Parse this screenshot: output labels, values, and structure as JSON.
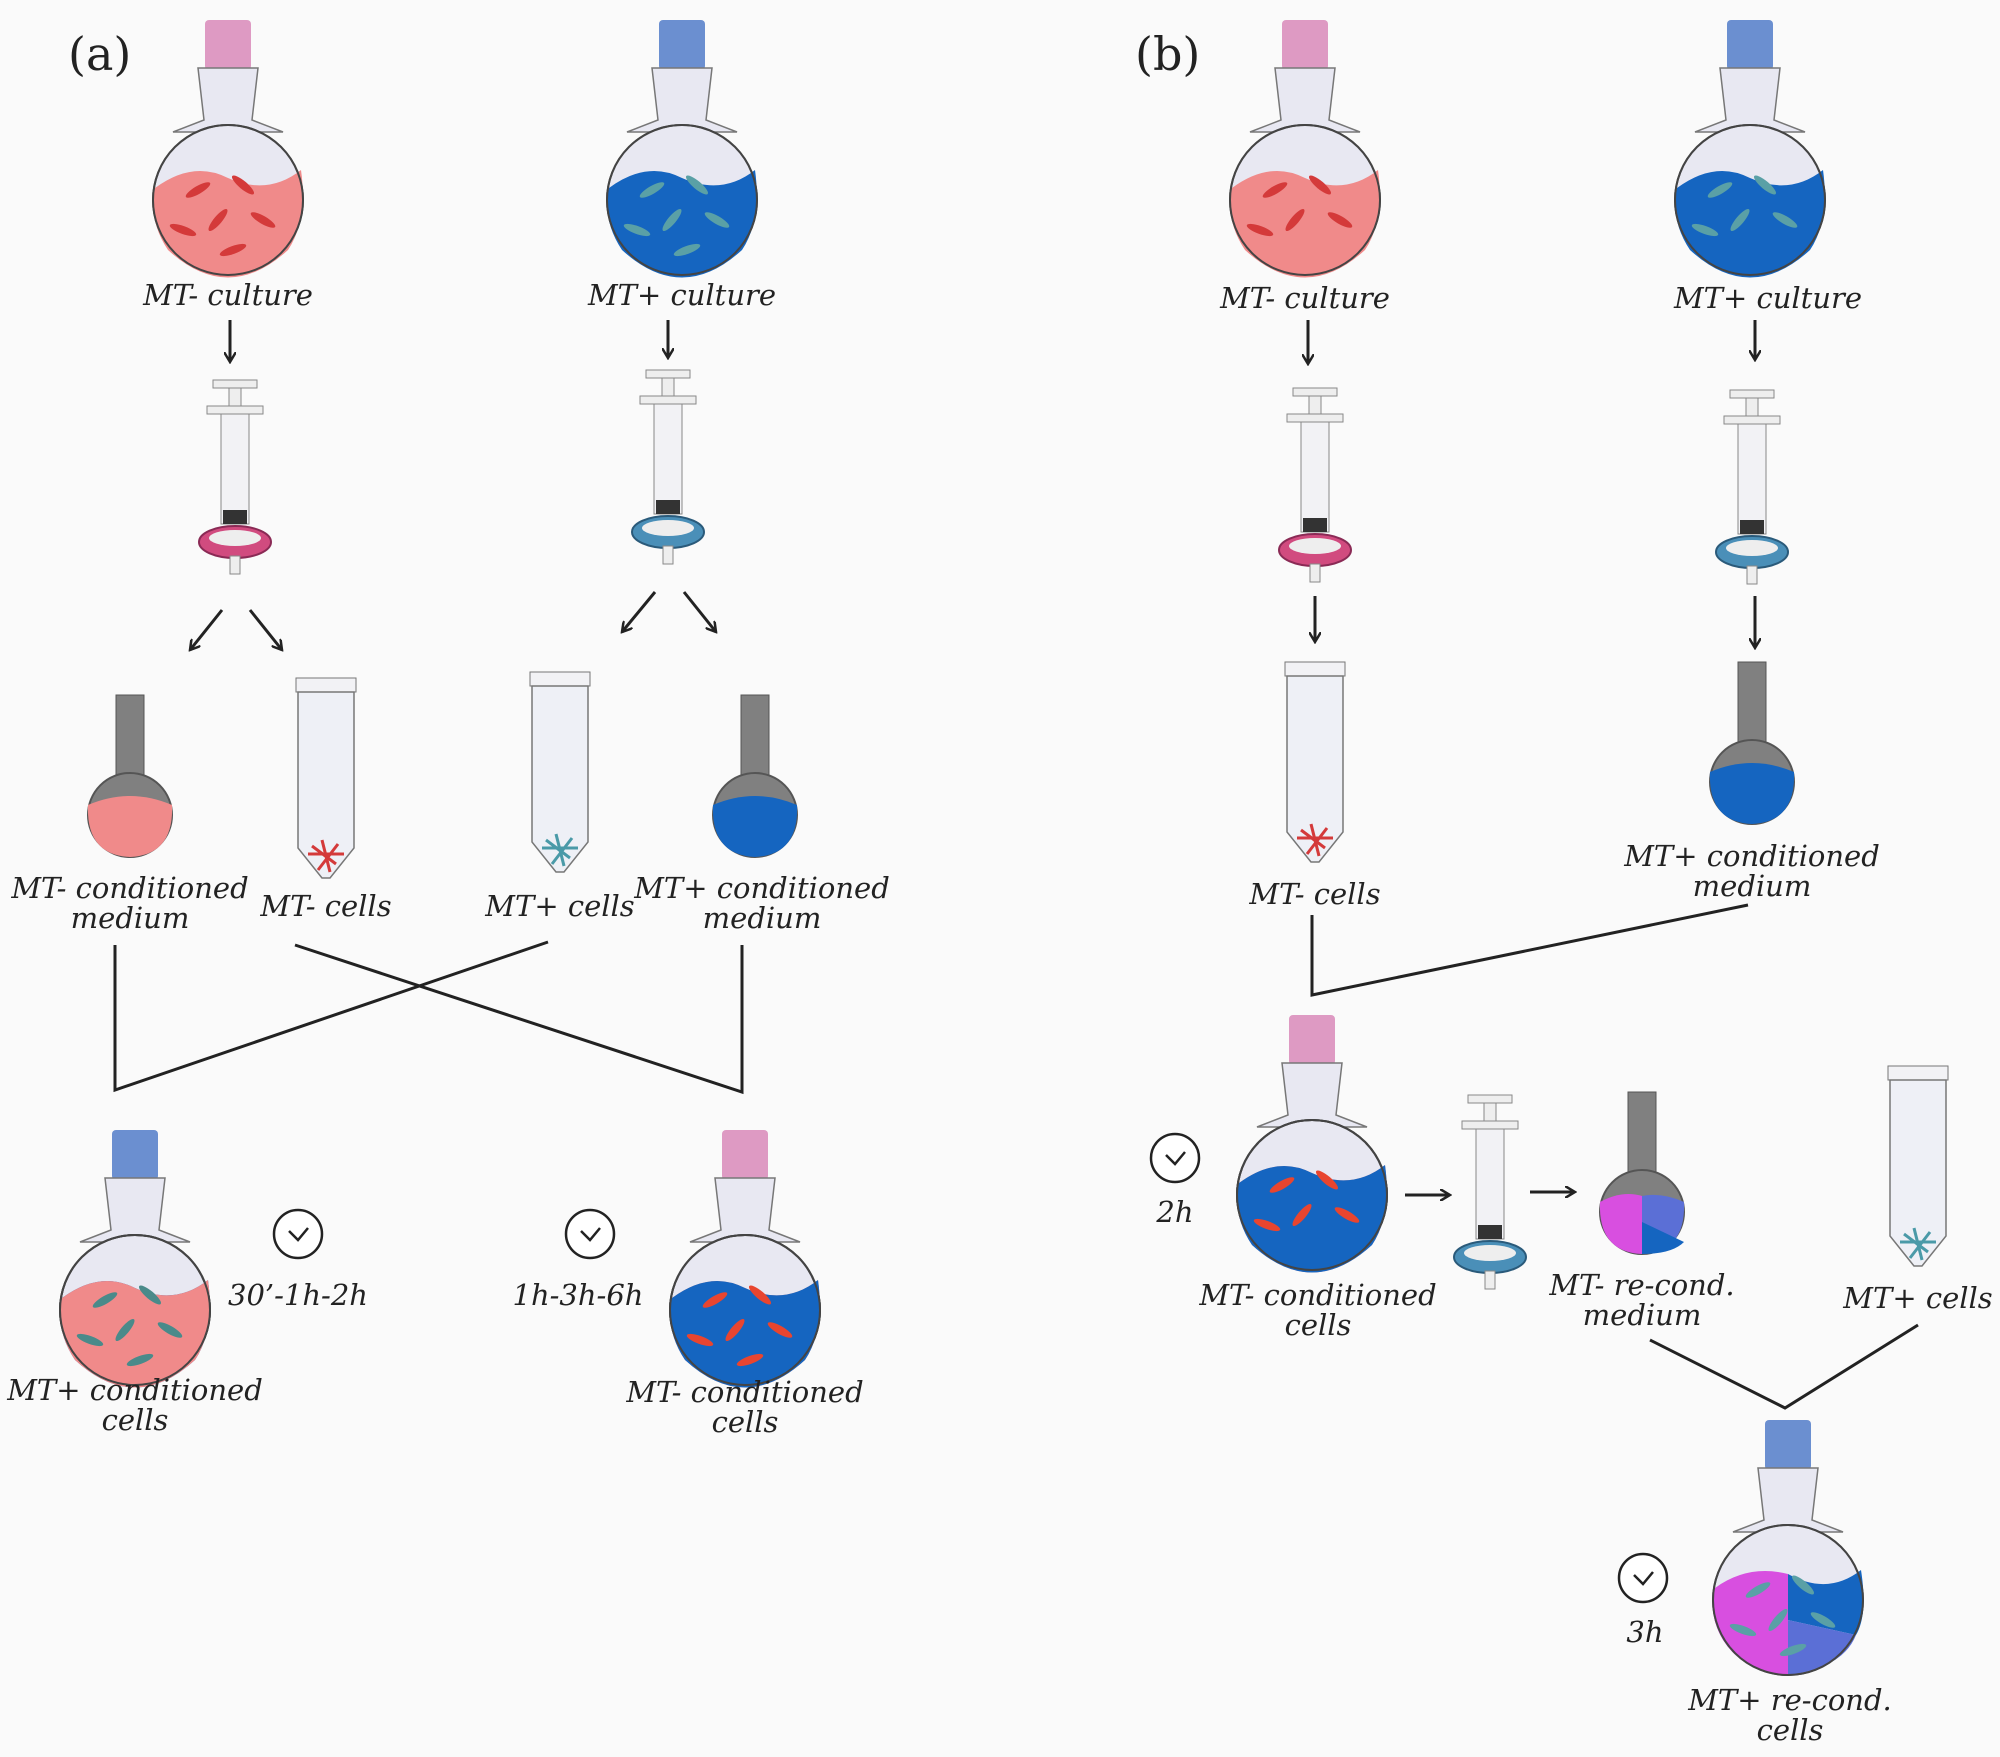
{
  "panels": {
    "a": {
      "label": "(a)"
    },
    "b": {
      "label": "(b)"
    }
  },
  "colors": {
    "pink_medium": "#f08a8a",
    "blue_medium": "#1565c0",
    "pink_cap": "#de9ac3",
    "blue_cap": "#6b8fd0",
    "red_cell": "#e53935",
    "teal_cell": "#4a9aa8",
    "magenta_medium": "#d84fe0"
  },
  "a": {
    "mt_minus_culture": "MT- culture",
    "mt_plus_culture": "MT+ culture",
    "mt_minus_medium_1": "MT- conditioned",
    "mt_minus_medium_2": "medium",
    "mt_minus_cells": "MT- cells",
    "mt_plus_cells": "MT+ cells",
    "mt_plus_medium_1": "MT+ conditioned",
    "mt_plus_medium_2": "medium",
    "mt_plus_cond_cells_1": "MT+ conditioned",
    "mt_plus_cond_cells_2": "cells",
    "mt_minus_cond_cells_1": "MT- conditioned",
    "mt_minus_cond_cells_2": "cells",
    "time_left": "30’-1h-2h",
    "time_right": "1h-3h-6h"
  },
  "b": {
    "mt_minus_culture": "MT- culture",
    "mt_plus_culture": "MT+ culture",
    "mt_minus_cells": "MT- cells",
    "mt_plus_medium_1": "MT+ conditioned",
    "mt_plus_medium_2": "medium",
    "time_2h": "2h",
    "mt_minus_cond_cells_1": "MT- conditioned",
    "mt_minus_cond_cells_2": "cells",
    "recond_medium_1": "MT- re-cond.",
    "recond_medium_2": "medium",
    "mt_plus_cells": "MT+ cells",
    "time_3h": "3h",
    "recond_cells_1": "MT+ re-cond.",
    "recond_cells_2": "cells"
  }
}
